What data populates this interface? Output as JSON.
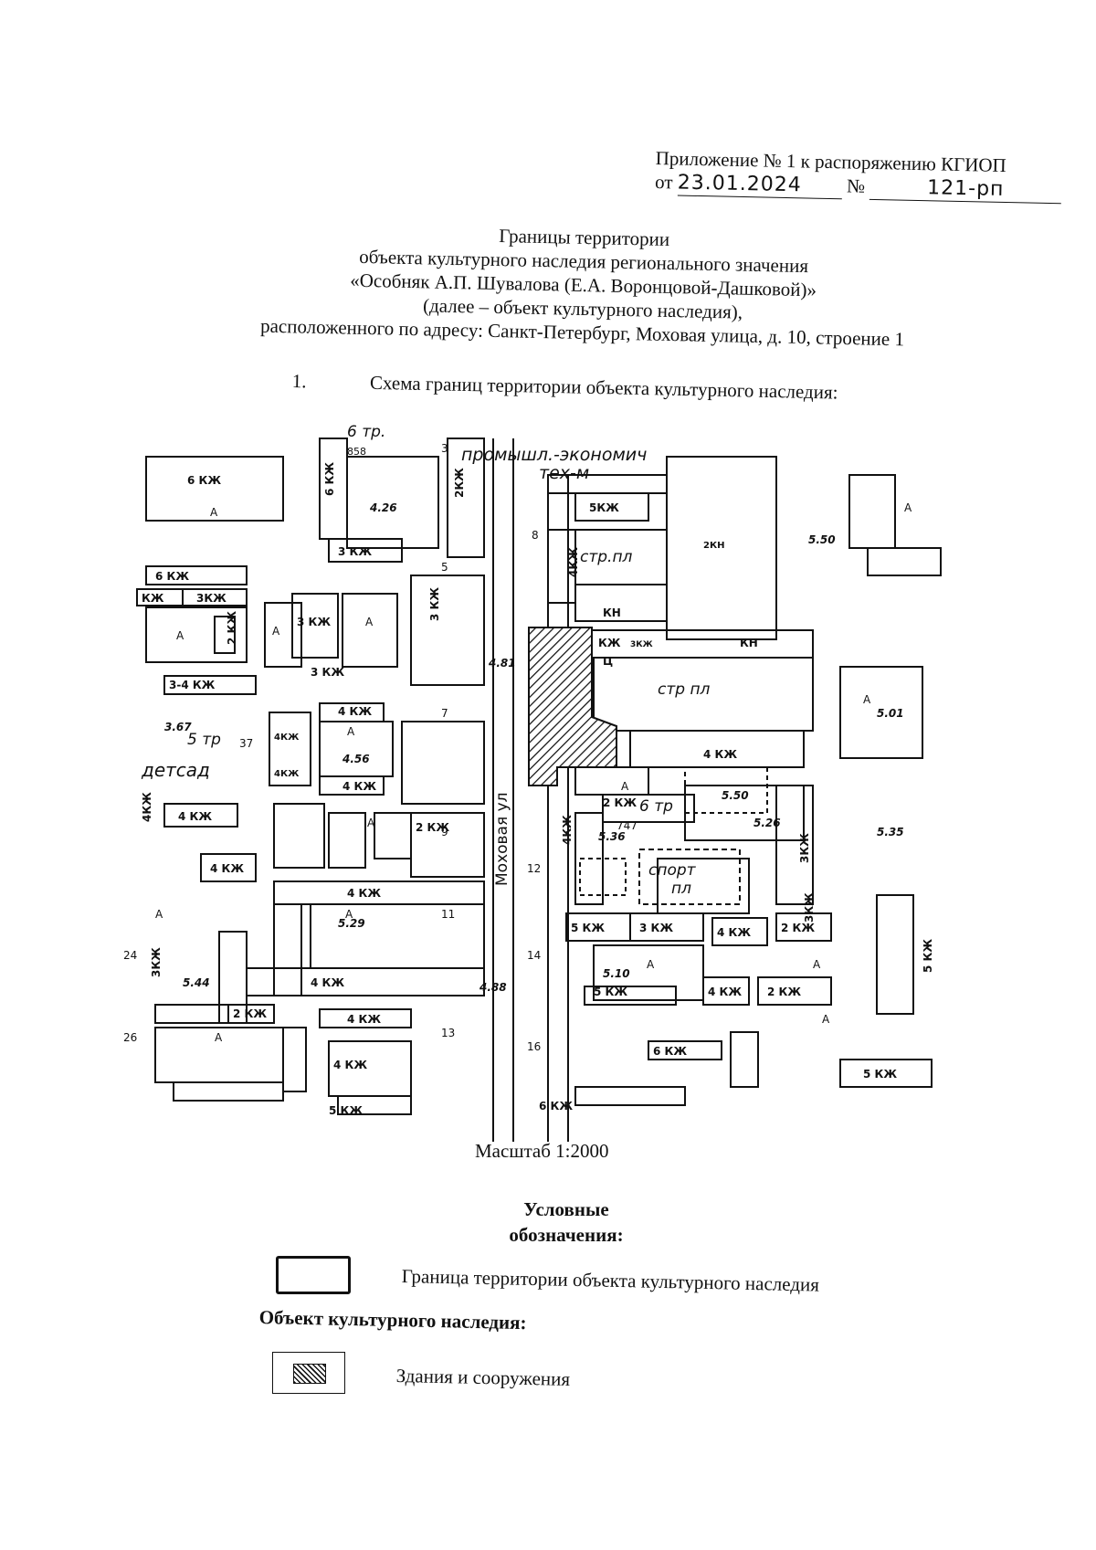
{
  "appendix": {
    "line1": "Приложение № 1 к распоряжению КГИОП",
    "date_prefix": "от",
    "date": "23.01.2024",
    "number_prefix": "№",
    "number": "121-рп"
  },
  "title": {
    "line1": "Границы территории",
    "line2": "объекта культурного наследия регионального значения",
    "line3": "«Особняк А.П. Шувалова (Е.А. Воронцовой-Дашковой)»",
    "line4": "(далее – объект культурного наследия),",
    "line5": "расположенного по адресу: Санкт-Петербург, Моховая улица, д. 10, строение 1"
  },
  "section": {
    "number": "1.",
    "text": "Схема границ территории объекта культурного наследия:"
  },
  "map": {
    "street_label": "Моховая ул",
    "labels": {
      "school_tr_6": "6 тр.",
      "school_num_858": "858",
      "institute": "промышл.-экономич",
      "institute2": "тех-м",
      "str_pl_1": "стр.пл",
      "str_pl_2": "стр пл",
      "kindergarten": "детсад",
      "sport": "спорт",
      "sport2": "пл",
      "tr_6_2": "6 тр",
      "num_747": "747",
      "tr_5": "5 тр",
      "num_37": "37"
    },
    "buildings": [
      "6 КЖ",
      "6 КЖ",
      "2КЖ",
      "3 КЖ",
      "5КЖ",
      "2КН",
      "6 КЖ",
      "3КЖ",
      "КЖ",
      "2 КЖ",
      "3 КЖ",
      "3 КЖ",
      "3 КЖ",
      "4КЖ",
      "КН",
      "КЖ",
      "КН",
      "3-4 КЖ",
      "4 КЖ",
      "4КЖ",
      "4 КЖ",
      "4КЖ",
      "4 КЖ",
      "2 КЖ",
      "4 КЖ",
      "2 КЖ",
      "5 КЖ",
      "3 КЖ",
      "4 КЖ",
      "2 КЖ",
      "4 КЖ",
      "5 КЖ",
      "4 КЖ",
      "2 КЖ",
      "4 КЖ",
      "4 КЖ",
      "2 КЖ",
      "6 КЖ",
      "6 КЖ",
      "5 КЖ",
      "5 КЖ",
      "3КЖ",
      "3КЖ",
      "4 КЖ",
      "4КЖ",
      "3КЖ",
      "4КЖ",
      "4 КЖ",
      "5 КЖ",
      "Ц",
      "3КЖ"
    ],
    "marks": [
      "4.26",
      "5.50",
      "4.81",
      "5.01",
      "3.67",
      "4.56",
      "5.50",
      "5.26",
      "5.35",
      "5.36",
      "5.29",
      "5.10",
      "5.44",
      "4.88"
    ],
    "house_numbers": [
      "3",
      "5",
      "7",
      "9",
      "11",
      "13",
      "8",
      "12",
      "14",
      "16",
      "24",
      "26"
    ],
    "letter_a": "А"
  },
  "scale": "Масштаб 1:2000",
  "legend": {
    "title_line1": "Условные",
    "title_line2": "обозначения:",
    "boundary_label": "Граница территории объекта культурного наследия",
    "heritage_heading": "Объект культурного наследия:",
    "buildings_label": "Здания и сооружения"
  }
}
